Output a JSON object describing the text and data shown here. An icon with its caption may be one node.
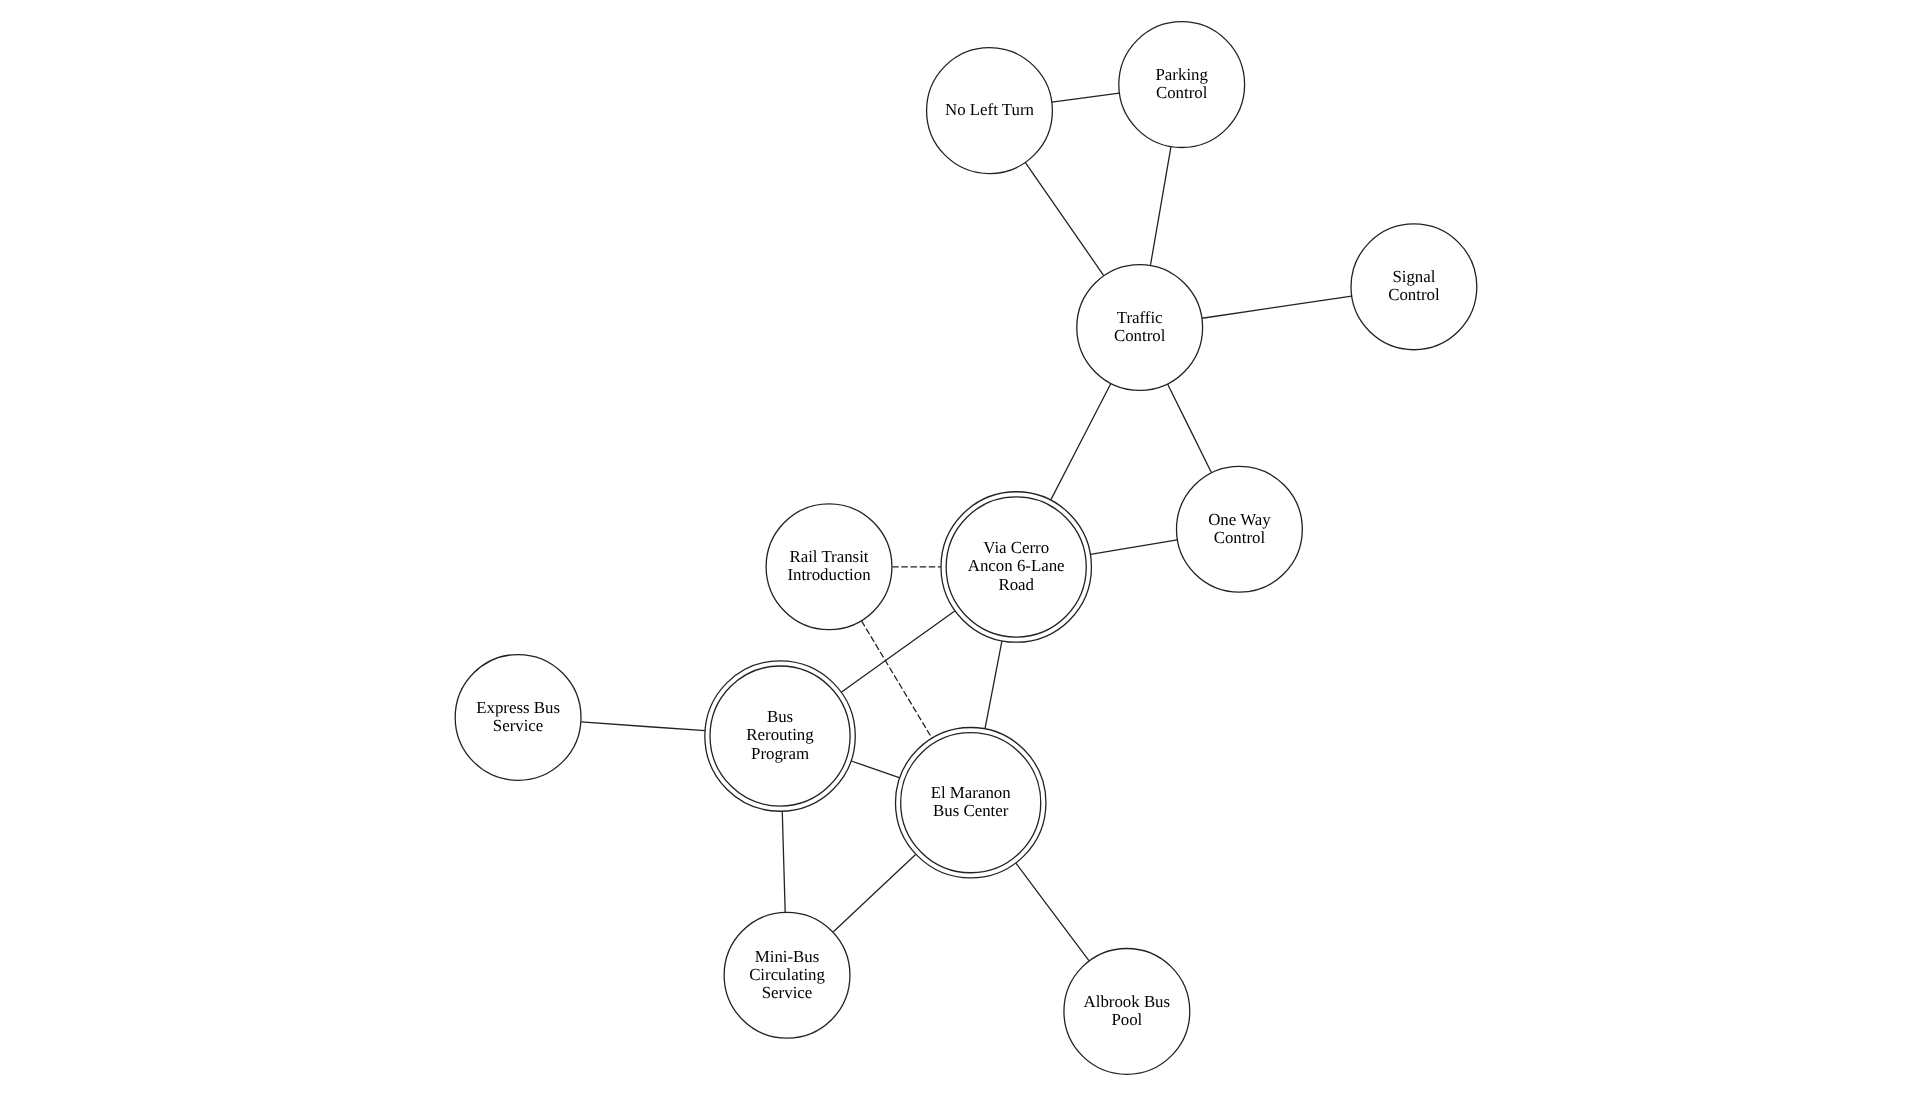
{
  "diagram": {
    "nodes": [
      {
        "text": [
          "Rail Transit Introduction"
        ]
      },
      {
        "text": [
          "One Way Control"
        ]
      },
      {
        "text": [
          "Signal Control"
        ]
      },
      {
        "text": [
          "Via Cerro Ancon 6-Lane Road"
        ]
      },
      {
        "text": [
          "Traffic Control"
        ]
      },
      {
        "text": [
          "Parking Control"
        ]
      },
      {
        "text": [
          "El Maranon Bus Center"
        ]
      },
      {
        "text": [
          "Bus Rerouting Program"
        ]
      },
      {
        "text": [
          "No Left Turn"
        ]
      },
      {
        "text": [
          "Albrook Bus Pool"
        ]
      },
      {
        "text": [
          "Mini-Bus Circulating Service"
        ]
      },
      {
        "text": [
          "Express Bus Service"
        ]
      }
    ],
    "edges": [
      {
        "from": 0,
        "to": 3,
        "arrow": "none",
        "style": "dashed"
      },
      {
        "from": 0,
        "to": 6,
        "arrow": "none",
        "style": "dashed"
      },
      {
        "from": 3,
        "to": 1,
        "arrow": "none"
      },
      {
        "from": 3,
        "to": 4,
        "arrow": "none"
      },
      {
        "from": 1,
        "to": 4,
        "arrow": "none"
      },
      {
        "from": 2,
        "to": 4,
        "arrow": "none"
      },
      {
        "from": 4,
        "to": 5,
        "arrow": "none"
      },
      {
        "from": 4,
        "to": 8,
        "arrow": "none"
      },
      {
        "from": 8,
        "to": 5,
        "arrow": "none"
      },
      {
        "from": 3,
        "to": 6,
        "arrow": "none"
      },
      {
        "from": 3,
        "to": 7,
        "arrow": "none"
      },
      {
        "from": 6,
        "to": 7,
        "arrow": "none"
      },
      {
        "from": 6,
        "to": 9,
        "arrow": "none"
      },
      {
        "from": 6,
        "to": 10,
        "arrow": "none"
      },
      {
        "from": 7,
        "to": 10,
        "arrow": "none"
      },
      {
        "from": 7,
        "to": 11,
        "arrow": "none"
      }
    ]
  }
}
